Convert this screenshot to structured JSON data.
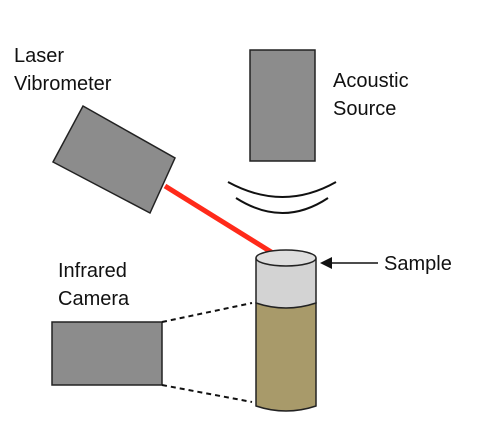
{
  "labels": {
    "laser_line1": "Laser",
    "laser_line2": "Vibrometer",
    "acoustic_line1": "Acoustic",
    "acoustic_line2": "Source",
    "infrared_line1": "Infrared",
    "infrared_line2": "Camera",
    "sample": "Sample"
  },
  "colors": {
    "device_fill": "#8c8c8c",
    "device_stroke": "#222222",
    "laser_beam": "#ff2a1a",
    "sample_top": "#d3d3d3",
    "sample_body": "#a89a6a",
    "line": "#111111"
  }
}
